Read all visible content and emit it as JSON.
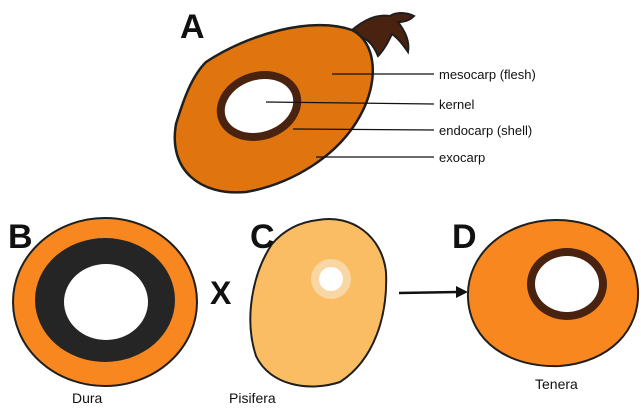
{
  "panels": {
    "a": {
      "letter": "A"
    },
    "b": {
      "letter": "B",
      "caption": "Dura"
    },
    "c": {
      "letter": "C",
      "caption": "Pisifera"
    },
    "d": {
      "letter": "D",
      "caption": "Tenera"
    }
  },
  "labels": {
    "mesocarp": "mesocarp (flesh)",
    "kernel": "kernel",
    "endocarp": "endocarp (shell)",
    "exocarp": "exocarp"
  },
  "cross_symbol": "X",
  "colors": {
    "mesocarp_dura_tenera": "#f7871e",
    "mesocarp_fruit_a": "#e07510",
    "mesocarp_pisifera": "#fbbd63",
    "thin_shell": "#4a2210",
    "thick_shell_dura": "#252525",
    "stalk": "#4a2210",
    "kernel": "#ffffff",
    "outline": "#1f1f1f"
  }
}
